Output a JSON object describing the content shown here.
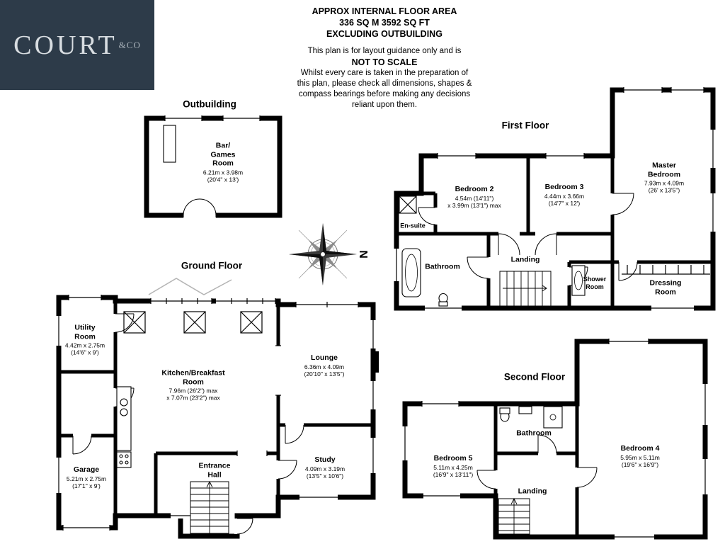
{
  "logo": {
    "name": "COURT",
    "suffix": "&CO"
  },
  "header": {
    "title_line1": "APPROX INTERNAL FLOOR AREA",
    "title_line2": "336 SQ M 3592 SQ FT",
    "title_line3": "EXCLUDING OUTBUILDING",
    "guidance_line": "This plan is for layout guidance only and is",
    "not_to_scale": "NOT TO SCALE",
    "disclaimer_line1": "Whilst every care is taken in the preparation of",
    "disclaimer_line2": "this plan, please check all dimensions, shapes &",
    "disclaimer_line3": "compass bearings before making any decisions",
    "disclaimer_line4": "reliant upon them."
  },
  "compass": {
    "north": "N"
  },
  "floors": {
    "outbuilding": {
      "title": "Outbuilding",
      "rooms": {
        "bar_games_room": {
          "name": "Bar/\nGames\nRoom",
          "dims": "6.21m x 3.98m\n(20'4\" x 13')"
        }
      }
    },
    "first_floor": {
      "title": "First Floor",
      "rooms": {
        "bedroom2": {
          "name": "Bedroom 2",
          "dims": "4.54m (14'11\")\nx 3.99m (13'1\") max"
        },
        "bedroom3": {
          "name": "Bedroom 3",
          "dims": "4.44m x 3.66m\n(14'7\" x 12')"
        },
        "master_bedroom": {
          "name": "Master\nBedroom",
          "dims": "7.93m x 4.09m\n(26' x 13'5\")"
        },
        "ensuite": {
          "name": "En-suite"
        },
        "bathroom": {
          "name": "Bathroom"
        },
        "landing": {
          "name": "Landing"
        },
        "shower_room": {
          "name": "Shower\nRoom"
        },
        "dressing_room": {
          "name": "Dressing\nRoom"
        }
      }
    },
    "ground_floor": {
      "title": "Ground Floor",
      "rooms": {
        "utility_room": {
          "name": "Utility\nRoom",
          "dims": "4.42m x 2.75m\n(14'6\" x 9')"
        },
        "kitchen_breakfast_room": {
          "name": "Kitchen/Breakfast\nRoom",
          "dims": "7.96m (26'2\") max\nx 7.07m (23'2\") max"
        },
        "lounge": {
          "name": "Lounge",
          "dims": "6.36m x 4.09m\n(20'10\" x 13'5\")"
        },
        "study": {
          "name": "Study",
          "dims": "4.09m x 3.19m\n(13'5\" x 10'6\")"
        },
        "entrance_hall": {
          "name": "Entrance\nHall"
        },
        "garage": {
          "name": "Garage",
          "dims": "5.21m x 2.75m\n(17'1\" x 9')"
        }
      }
    },
    "second_floor": {
      "title": "Second Floor",
      "rooms": {
        "bedroom5": {
          "name": "Bedroom 5",
          "dims": "5.11m x 4.25m\n(16'9\" x 13'11\")"
        },
        "bathroom": {
          "name": "Bathroom"
        },
        "bedroom4": {
          "name": "Bedroom 4",
          "dims": "5.95m x 5.11m\n(19'6\" x 16'9\")"
        },
        "landing": {
          "name": "Landing"
        }
      }
    }
  }
}
